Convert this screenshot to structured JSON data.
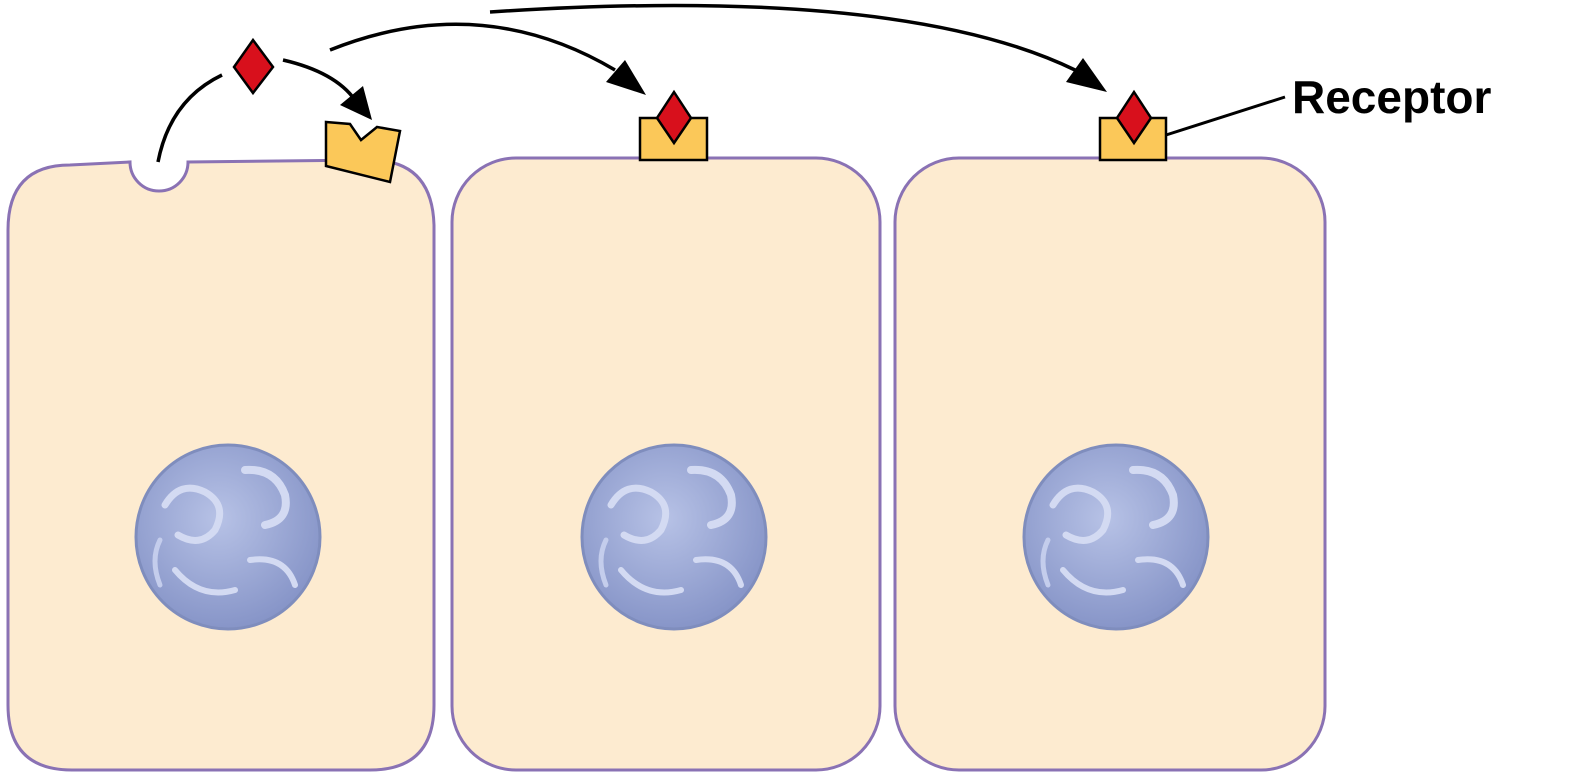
{
  "diagram": {
    "receptor_label": "Receptor",
    "colors": {
      "cell_fill": "#fdebd0",
      "cell_stroke": "#8a72b4",
      "receptor_fill": "#fbc859",
      "signal_fill": "#d8101c",
      "nucleus_fill": "#9ba9d6",
      "nucleus_highlight": "#c9d2ee",
      "arrow": "#000000"
    },
    "cells": [
      {
        "name": "cell-1",
        "state": "secreting-cell"
      },
      {
        "name": "cell-2",
        "state": "receptor-bound"
      },
      {
        "name": "cell-3",
        "state": "receptor-bound"
      }
    ]
  }
}
